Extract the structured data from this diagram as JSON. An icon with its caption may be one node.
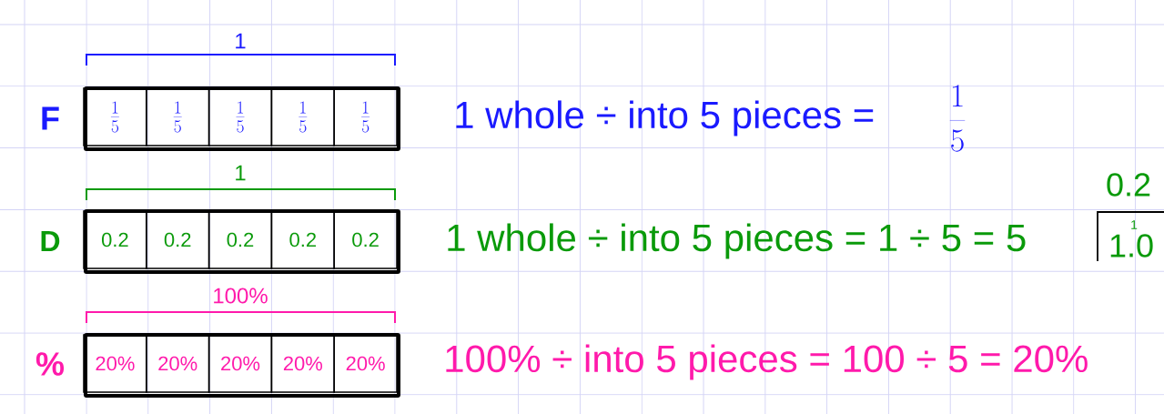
{
  "diagram": {
    "nodes": [
      {
        "text": [],
        "shape": "bar"
      },
      {
        "text": [
          "\\frac{1}{5}"
        ],
        "in": 0
      },
      {
        "text": [
          "\\frac{1}{5}"
        ],
        "in": 0
      },
      {
        "text": [
          "\\frac{1}{5}"
        ],
        "in": 0
      },
      {
        "text": [
          "\\frac{1}{5}"
        ],
        "in": 0
      },
      {
        "text": [
          "\\frac{1}{5}"
        ],
        "in": 0
      },
      {
        "text": [],
        "shape": "bar"
      },
      {
        "text": [
          "0.2"
        ],
        "in": 6
      },
      {
        "text": [
          "0.2"
        ],
        "in": 6
      },
      {
        "text": [
          "0.2"
        ],
        "in": 6
      },
      {
        "text": [
          "0.2"
        ],
        "in": 6
      },
      {
        "text": [
          "0.2"
        ],
        "in": 6
      },
      {
        "text": [],
        "shape": "bar"
      },
      {
        "text": [
          "20%"
        ],
        "in": 12
      },
      {
        "text": [
          "20%"
        ],
        "in": 12
      },
      {
        "text": [
          "20%"
        ],
        "in": 12
      },
      {
        "text": [
          "20%"
        ],
        "in": 12
      },
      {
        "text": [
          "20%"
        ],
        "in": 12
      }
    ],
    "labels": [
      "1",
      "F",
      "1 whole ÷ into 5 pieces =",
      "\\frac{1}{5}",
      "1",
      "0.2",
      "D",
      "1 whole ÷ into 5 pieces = 1 ÷ 5 = 5",
      "1.0",
      "1",
      "100%",
      "%",
      "100% ÷ into 5 pieces = 100 ÷ 5 = 20%"
    ]
  }
}
